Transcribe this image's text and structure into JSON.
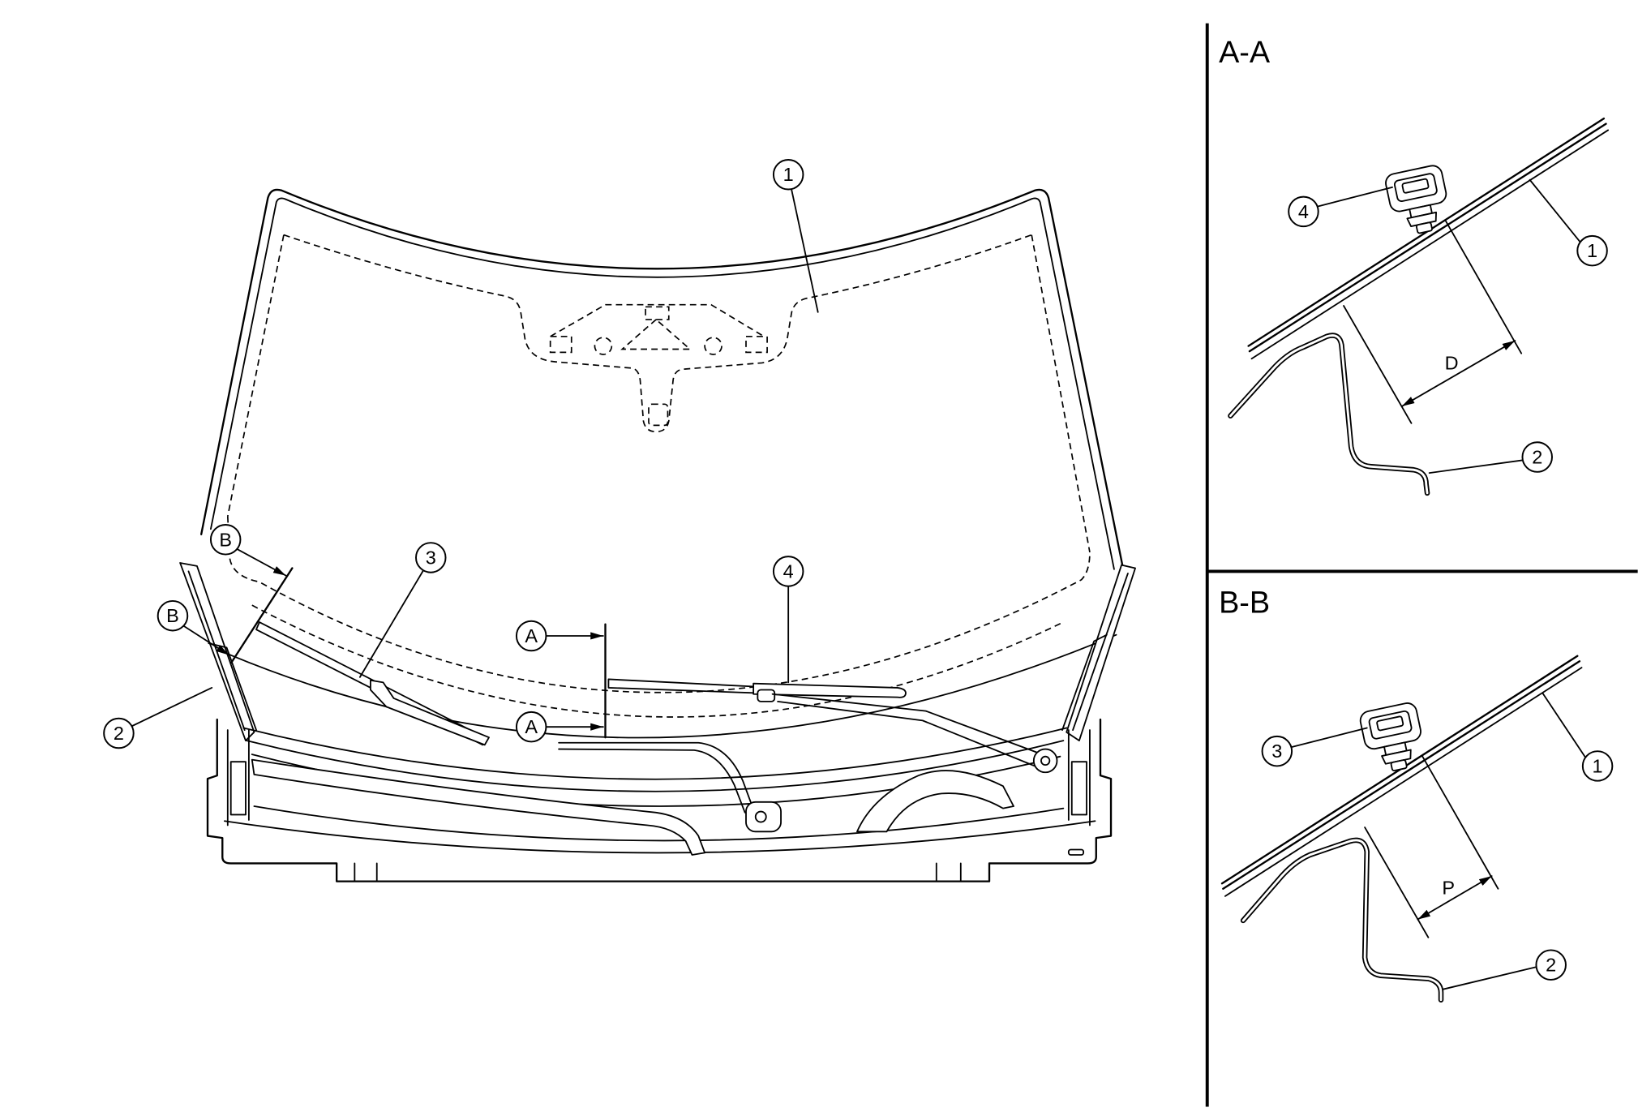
{
  "main_view": {
    "callout_1": "1",
    "callout_2": "2",
    "callout_3": "3",
    "callout_4": "4",
    "section_a_upper": "A",
    "section_a_lower": "A",
    "section_b_upper": "B",
    "section_b_lower": "B"
  },
  "section_a_a": {
    "title": "A-A",
    "callout_4": "4",
    "callout_1": "1",
    "callout_2": "2",
    "dimension_label": "D"
  },
  "section_b_b": {
    "title": "B-B",
    "callout_3": "3",
    "callout_1": "1",
    "callout_2": "2",
    "dimension_label": "P"
  }
}
